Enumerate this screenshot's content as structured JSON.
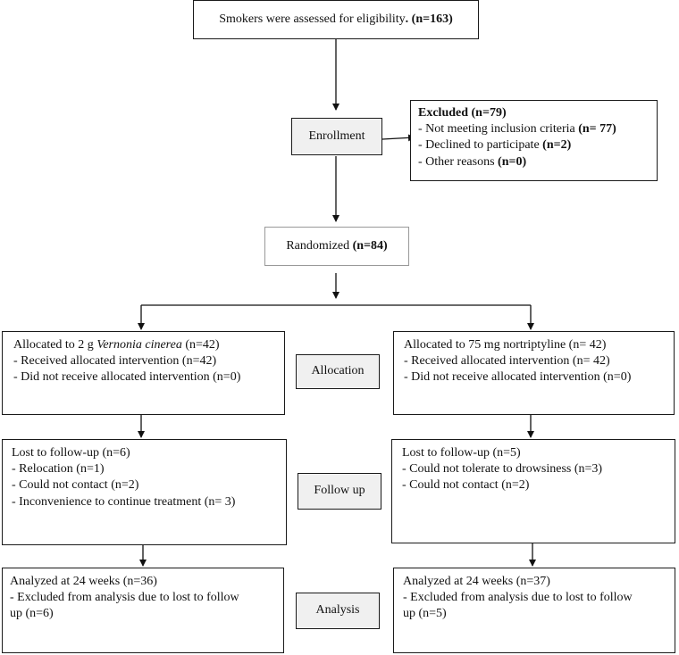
{
  "eligibility": {
    "text": "Smokers were assessed for eligibility",
    "dot": ".",
    "count": "(n=163)"
  },
  "enrollment_label": "Enrollment",
  "excluded": {
    "title": "Excluded",
    "title_count": "(n=79)",
    "items": [
      {
        "text": "- Not meeting inclusion criteria ",
        "count": "(n= 77)"
      },
      {
        "text": "- Declined to participate ",
        "count": "(n=2)"
      },
      {
        "text": "- Other reasons ",
        "count": "(n=0)"
      }
    ]
  },
  "randomized": {
    "text": "Randomized ",
    "count": "(n=84)"
  },
  "stages": {
    "allocation": "Allocation",
    "follow_up": "Follow up",
    "analysis": "Analysis"
  },
  "left": {
    "allocation": {
      "prefix": "Allocated to 2 g ",
      "italic": "Vernonia cinerea",
      "suffix": " (n=42)",
      "items": [
        "- Received allocated intervention (n=42)",
        "- Did not receive allocated intervention (n=0)"
      ]
    },
    "follow_up": {
      "title": "Lost to follow-up (n=6)",
      "items": [
        "- Relocation (n=1)",
        "- Could not contact (n=2)",
        "- Inconvenience to continue treatment (n= 3)"
      ]
    },
    "analysis": {
      "title": "Analyzed at 24 weeks (n=36)",
      "items": [
        "- Excluded from analysis due to lost to follow",
        "up (n=6)"
      ]
    }
  },
  "right": {
    "allocation": {
      "title": "Allocated to 75 mg nortriptyline (n= 42)",
      "items": [
        "- Received allocated intervention (n= 42)",
        "- Did not receive allocated intervention (n=0)"
      ]
    },
    "follow_up": {
      "title": "Lost to follow-up (n=5)",
      "items": [
        "- Could not tolerate to drowsiness (n=3)",
        "- Could not contact (n=2)"
      ]
    },
    "analysis": {
      "title": "Analyzed at 24 weeks (n=37)",
      "items": [
        "- Excluded from analysis due to lost to follow",
        "up (n=5)"
      ]
    }
  }
}
